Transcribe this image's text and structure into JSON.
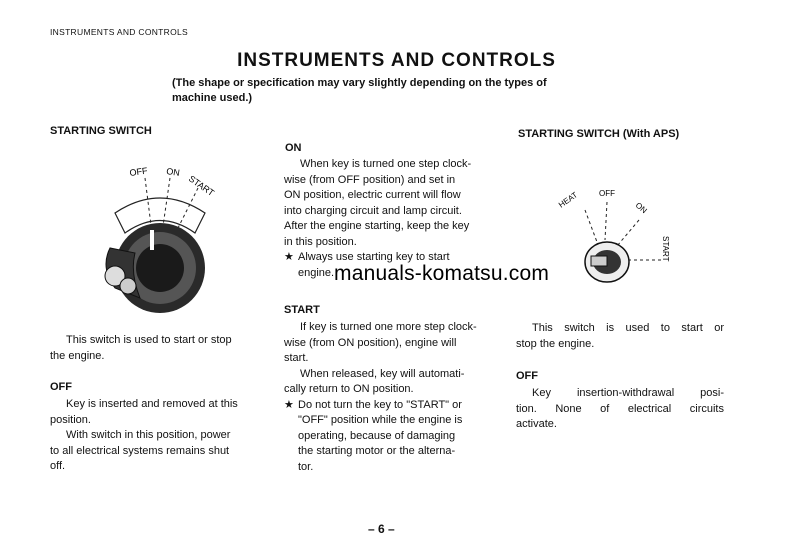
{
  "header": "INSTRUMENTS AND CONTROLS",
  "title": "INSTRUMENTS AND CONTROLS",
  "subtitle_line1": "(The shape or specification may vary slightly depending on the types of",
  "subtitle_line2": "machine used.)",
  "left": {
    "heading": "STARTING SWITCH",
    "diagram_labels": {
      "off": "OFF",
      "on": "ON",
      "start": "START"
    },
    "intro": [
      "This switch is used to start or stop",
      "the engine."
    ],
    "off_heading": "OFF",
    "off_text": [
      "Key is inserted and removed at this",
      "position.",
      "With switch in this position, power",
      "to all electrical systems remains shut",
      "off."
    ]
  },
  "middle": {
    "on_heading": "ON",
    "on_text": [
      "When key is turned one step clock-",
      "wise (from OFF position) and set in",
      "ON position, electric current will flow",
      "into charging circuit and lamp circuit.",
      "After the engine starting, keep the key",
      "in this position."
    ],
    "on_note": [
      "Always use starting key to start",
      "engine."
    ],
    "start_heading": "START",
    "start_text": [
      "If key is turned one more step clock-",
      "wise (from ON position), engine will",
      "start.",
      "When released, key will automati-",
      "cally return to ON position."
    ],
    "start_note": [
      "Do not turn the key to \"START\" or",
      "\"OFF\" position while the engine is",
      "operating, because of damaging",
      "the starting motor or the alterna-",
      "tor."
    ],
    "star": "★"
  },
  "right": {
    "heading": "STARTING SWITCH (With APS)",
    "diagram_labels": {
      "heat": "HEAT",
      "off": "OFF",
      "on": "ON",
      "start": "START"
    },
    "intro": [
      "This switch is used to start or",
      "stop the engine."
    ],
    "off_heading": "OFF",
    "off_text": [
      "Key insertion-withdrawal posi-",
      "tion. None of electrical circuits",
      "activate."
    ]
  },
  "watermark": "manuals-komatsu.com",
  "page_number": "– 6 –"
}
